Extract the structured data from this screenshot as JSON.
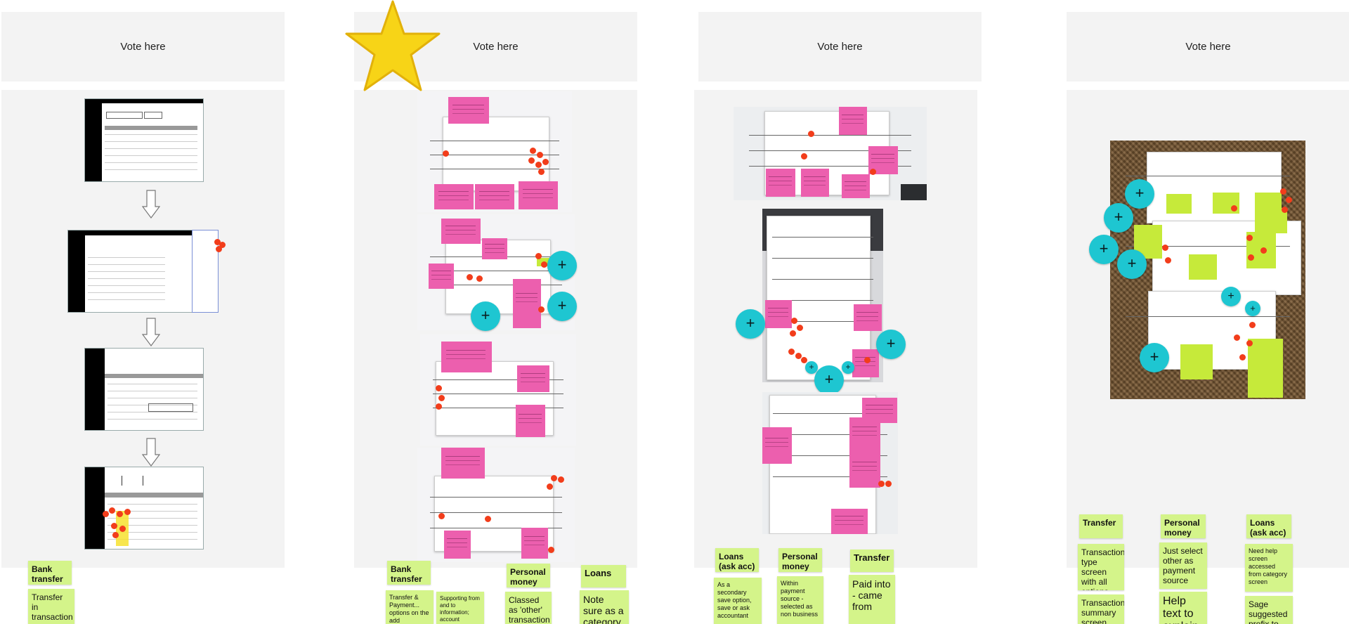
{
  "vote_label": "Vote here",
  "columns": [
    {
      "stickies": [
        {
          "title": "Bank transfer"
        },
        {
          "text": "Transfer in transaction type"
        }
      ]
    },
    {
      "stickies": [
        {
          "title": "Bank transfer"
        },
        {
          "text": "Transfer & Payment... options on the add"
        },
        {
          "text": "Supporting from and to information; account balance and connected/not connected - could"
        },
        {
          "title": "Personal money"
        },
        {
          "text": "Classed as 'other' transaction"
        },
        {
          "title": "Loans"
        },
        {
          "text": "Note sure as a category"
        }
      ]
    },
    {
      "stickies": [
        {
          "title": "Loans (ask acc)"
        },
        {
          "text": "As a secondary save option, save or ask accountant"
        },
        {
          "title": "Personal money"
        },
        {
          "text": "Within payment source - selected as non business"
        },
        {
          "title": "Transfer"
        },
        {
          "text": "Paid into - came from"
        }
      ]
    },
    {
      "stickies": [
        {
          "title": "Transfer"
        },
        {
          "text": "Transaction type screen with all options"
        },
        {
          "text": "Transaction summary screen"
        },
        {
          "title": "Personal money"
        },
        {
          "text": "Just select other as payment source"
        },
        {
          "text": "Help text to explain"
        },
        {
          "title": "Loans (ask acc)"
        },
        {
          "text": "Need help screen accessed from category screen"
        },
        {
          "text": "Sage suggested prefix to"
        }
      ]
    }
  ],
  "colors": {
    "panel": "#f3f3f3",
    "sticky": "#d4f48a",
    "vote_dot": "#f23d1b",
    "add_button": "#1ec6d1",
    "star": "#f7d417"
  },
  "icons": {
    "star": "star-icon",
    "add": "plus-icon",
    "arrow": "arrow-down-icon"
  }
}
